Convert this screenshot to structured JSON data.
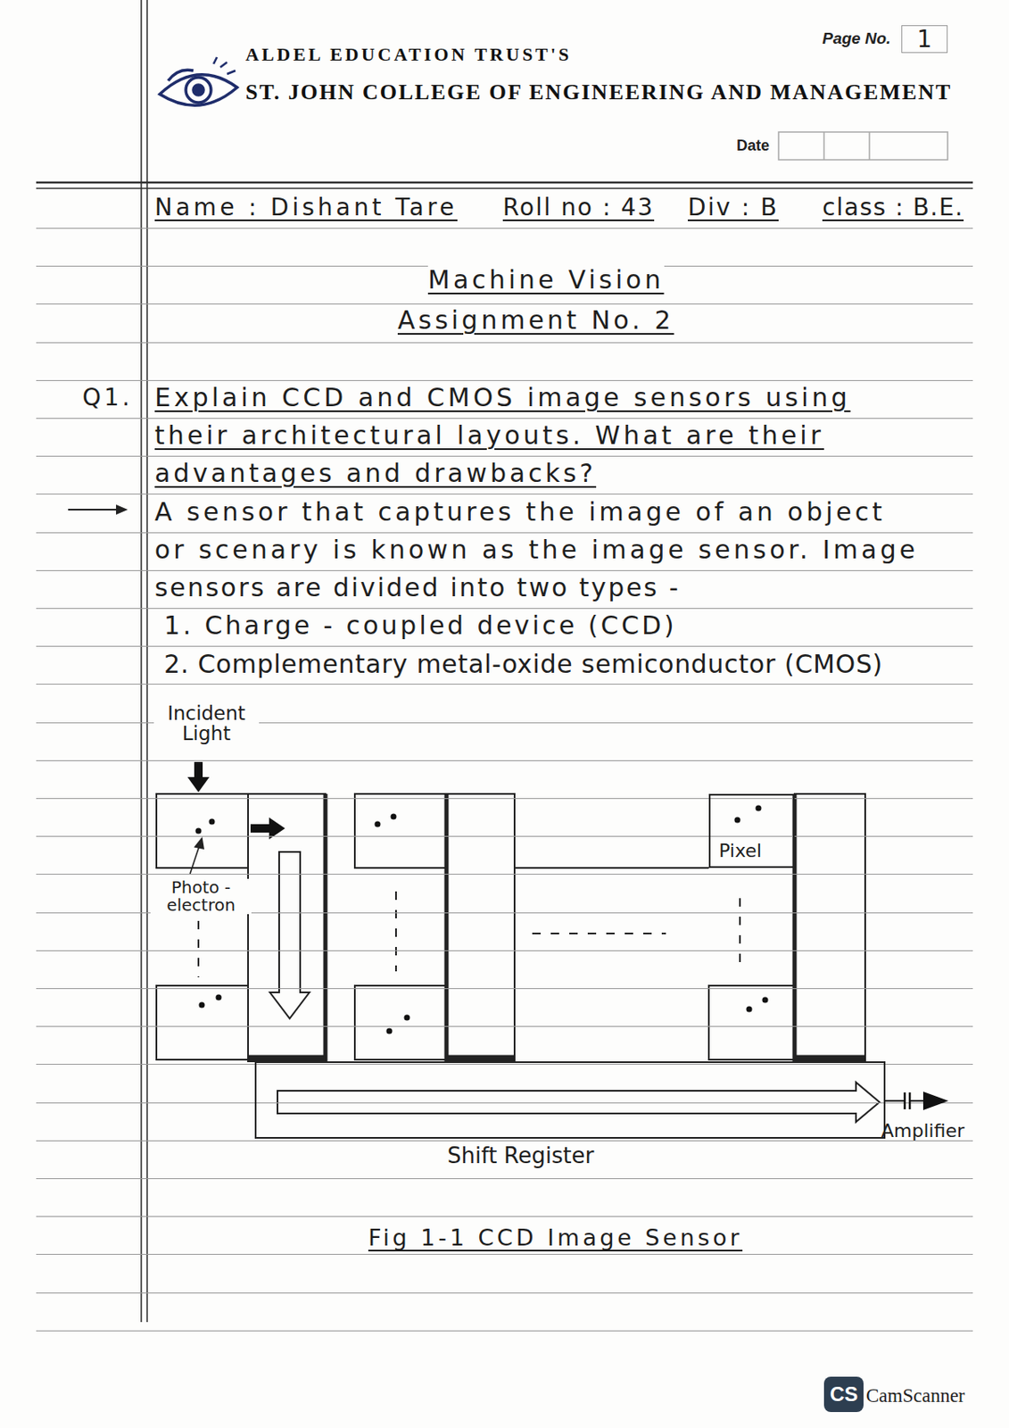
{
  "diagram": {
    "title": "Machine Vision",
    "caption": "Fig 1-1 CCD Image Sensor",
    "nodes": [
      {
        "text": [
          "1"
        ]
      },
      {
        "text": [
          "Pixel"
        ]
      },
      {
        "text": [
          "Shift Register"
        ]
      },
      {
        "text": [
          "Amplifier"
        ]
      },
      {
        "text": [
          "CS"
        ]
      }
    ],
    "edges": [
      {
        "from": 2,
        "to": 3,
        "arrow": "none"
      }
    ],
    "labels": [
      "ALDEL EDUCATION TRUST'S",
      "ST. JOHN COLLEGE OF ENGINEERING AND MANAGEMENT",
      "Page No.",
      "Date",
      "Name : Dishant Tare",
      "Roll no : 43",
      "Div : B",
      "class : B.E.",
      "Assignment No. 2",
      "Q1.",
      "Explain CCD and CMOS image sensors using",
      "their architectural layouts. What are their",
      "advantages and drawbacks?",
      "A sensor that captures the image of an object",
      "or scenary is known as the image sensor. Image",
      "sensors are divided into two types -",
      "1. Charge - coupled device (CCD)",
      "2. Complementary metal-oxide semiconductor (CMOS)",
      "Incident Light",
      "Photo - electron",
      "CamScanner"
    ]
  }
}
